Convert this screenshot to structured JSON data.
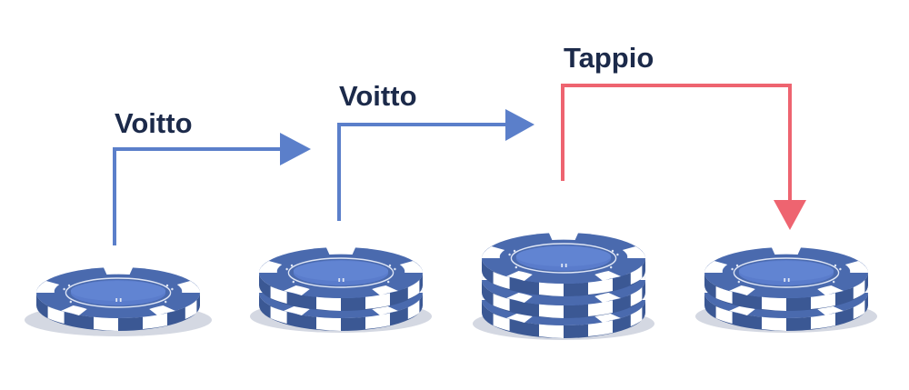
{
  "steps": [
    {
      "label": "Voitto",
      "outcome": "win",
      "from_stack_chips": 1,
      "to_stack_chips": 2
    },
    {
      "label": "Voitto",
      "outcome": "win",
      "from_stack_chips": 2,
      "to_stack_chips": 3
    },
    {
      "label": "Tappio",
      "outcome": "loss",
      "from_stack_chips": 3,
      "to_stack_chips": 2
    }
  ],
  "stacks": [
    {
      "chips": 1
    },
    {
      "chips": 2
    },
    {
      "chips": 3
    },
    {
      "chips": 2
    }
  ],
  "colors": {
    "win_arrow": "#5b7fca",
    "loss_arrow": "#ee6470",
    "label_text": "#1c2a4a",
    "chip_body": "#4a6aae",
    "chip_dark": "#3b5894",
    "chip_stripe": "#ffffff",
    "chip_center": "#5a7ccc",
    "shadow": "#d4d8e2"
  }
}
